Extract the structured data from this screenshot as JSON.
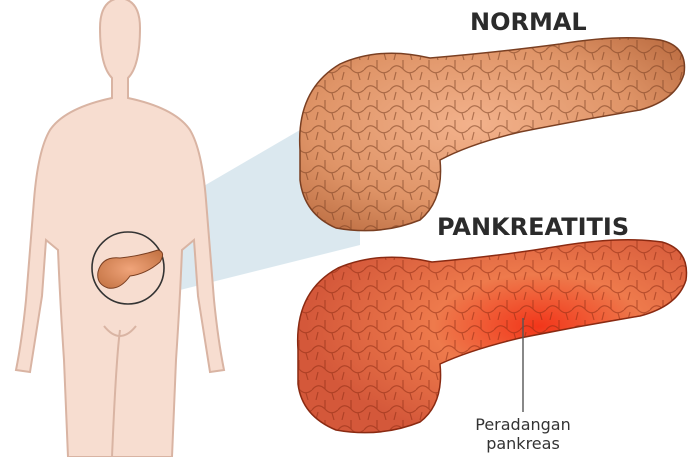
{
  "labels": {
    "normal": "NORMAL",
    "pankreatitis": "PANKREATITIS",
    "callout_line1": "Peradangan",
    "callout_line2": "pankreas"
  },
  "colors": {
    "skin": "#f7ddd0",
    "skin_outline": "#d9b4a3",
    "normal_pancreas": "#d98d63",
    "inflamed_pancreas": "#e2603c",
    "inflammation_core": "#f03a1e",
    "zoom_beam": "#cfe0ea"
  },
  "icons": {
    "body": "human-silhouette",
    "magnifier": "zoom-circle"
  }
}
